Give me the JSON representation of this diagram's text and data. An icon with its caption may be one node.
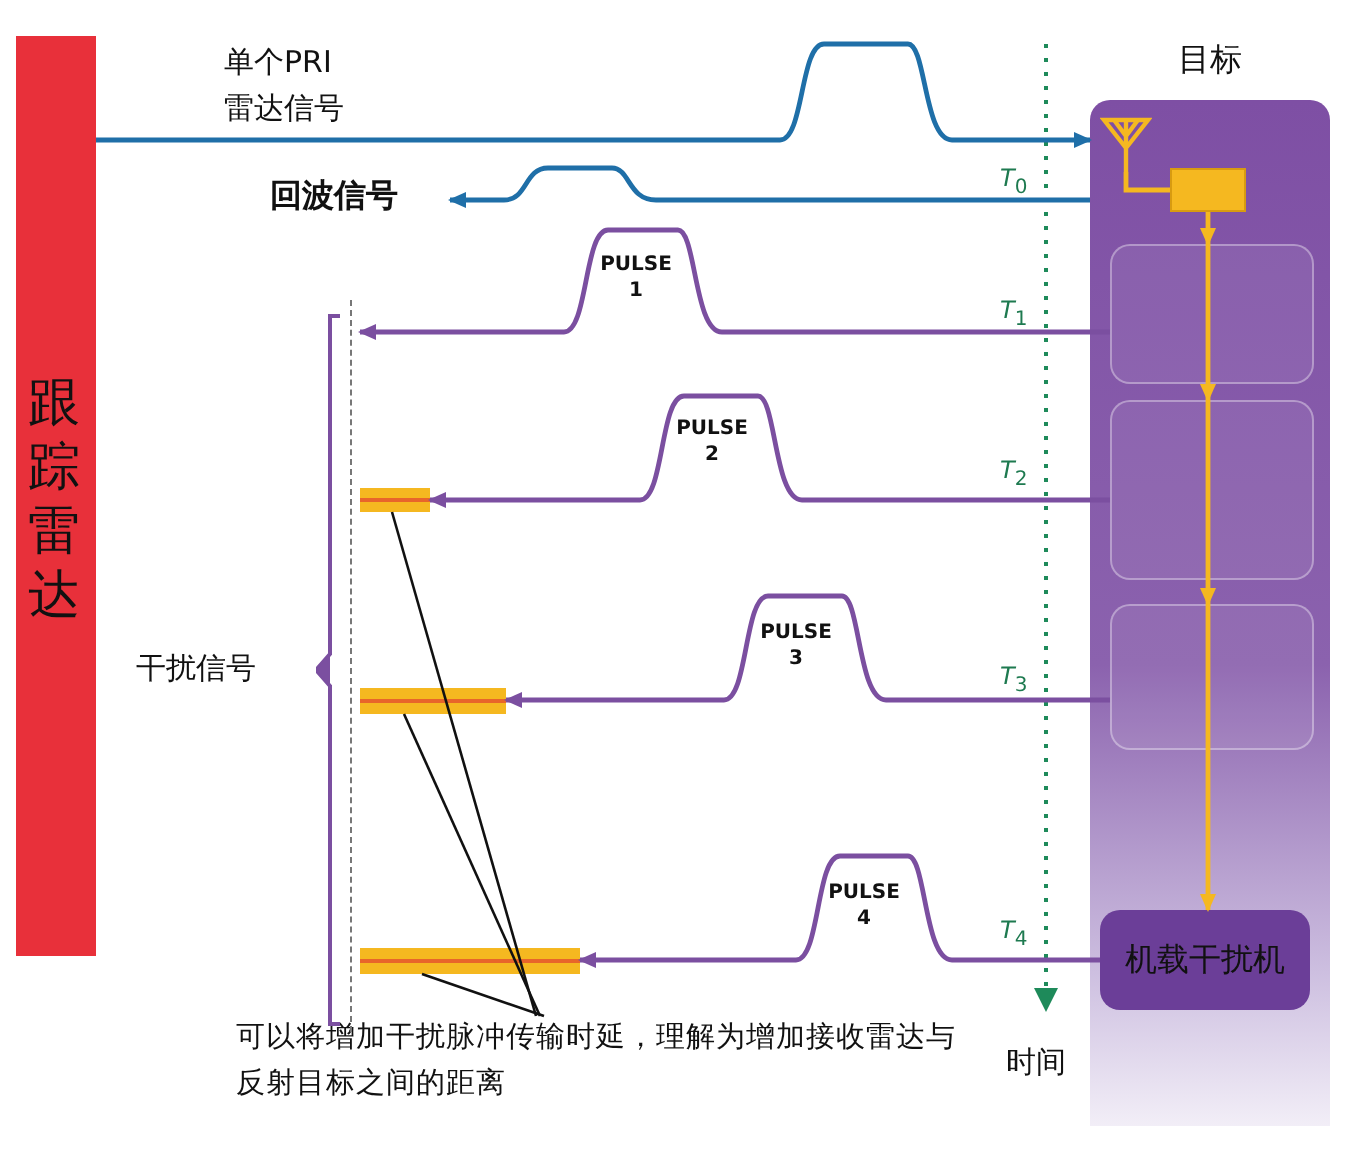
{
  "diagram": {
    "nodes": [
      {
        "text": [
          "跟踪雷达"
        ]
      },
      {
        "text": [
          "目标"
        ]
      },
      {
        "text": [],
        "shape": "picture",
        "in": 1
      },
      {
        "text": [],
        "shape": "box",
        "in": 1
      },
      {
        "text": [],
        "shape": "box",
        "in": 1
      },
      {
        "text": [],
        "shape": "box",
        "in": 1
      },
      {
        "text": [],
        "shape": "box",
        "in": 1
      },
      {
        "text": [
          "机载干扰机"
        ],
        "in": 1
      },
      {
        "text": [
          "回波信号"
        ]
      },
      {
        "text": [],
        "shape": "bar"
      },
      {
        "text": [],
        "shape": "bar"
      },
      {
        "text": [],
        "shape": "bar"
      },
      {
        "text": [
          "可以将增加干扰脉冲传输时延，理解为增加接收雷达与反射目标之间的距离"
        ]
      },
      {
        "text": [
          "干扰信号"
        ]
      },
      {
        "text": [],
        "shape": "line"
      }
    ],
    "edges": [
      {
        "from": 0,
        "to": 1,
        "arrow": "to",
        "label": "单个PRI 雷达信号",
        "color": "#1f6fa8"
      },
      {
        "from": 1,
        "to": 8,
        "arrow": "to",
        "color": "#1f6fa8"
      },
      {
        "from": 4,
        "to": 14,
        "arrow": "to",
        "label": "PULSE 1",
        "color": "#7b4fa0"
      },
      {
        "from": 5,
        "to": 9,
        "arrow": "to",
        "label": "PULSE 2",
        "color": "#7b4fa0"
      },
      {
        "from": 6,
        "to": 10,
        "arrow": "to",
        "label": "PULSE 3",
        "color": "#7b4fa0"
      },
      {
        "from": 7,
        "to": 11,
        "arrow": "to",
        "label": "PULSE 4",
        "color": "#7b4fa0"
      },
      {
        "from": 2,
        "to": 3,
        "arrow": "none",
        "color": "#f5b820"
      },
      {
        "from": 3,
        "to": 4,
        "arrow": "to",
        "color": "#f5b820"
      },
      {
        "from": 4,
        "to": 5,
        "arrow": "to",
        "color": "#f5b820"
      },
      {
        "from": 5,
        "to": 6,
        "arrow": "to",
        "color": "#f5b820"
      },
      {
        "from": 6,
        "to": 7,
        "arrow": "to",
        "color": "#f5b820"
      },
      {
        "from": 12,
        "to": 9,
        "arrow": "none",
        "color": "#111111"
      },
      {
        "from": 12,
        "to": 10,
        "arrow": "none",
        "color": "#111111"
      },
      {
        "from": 12,
        "to": 11,
        "arrow": "none",
        "color": "#111111"
      }
    ],
    "labels": [
      "*T*$_{0}$",
      "*T*$_{1}$",
      "*T*$_{2}$",
      "*T*$_{3}$",
      "*T*$_{4}$",
      "时间"
    ]
  }
}
